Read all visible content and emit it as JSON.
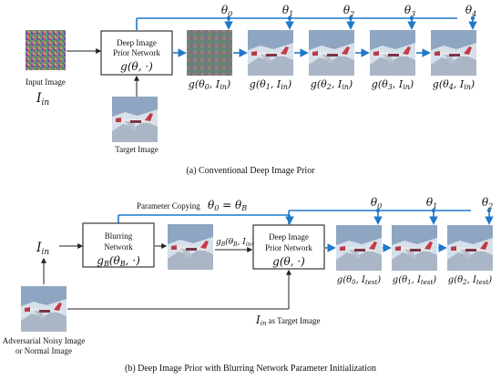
{
  "top": {
    "input_label": "Input Image",
    "input_symbol": "I",
    "input_sub": "in",
    "network_title_line1": "Deep Image",
    "network_title_line2": "Prior Network",
    "network_func": "g(θ, ·)",
    "target_label": "Target Image",
    "thetas": [
      {
        "base": "θ",
        "sub": "0"
      },
      {
        "base": "θ",
        "sub": "1"
      },
      {
        "base": "θ",
        "sub": "2"
      },
      {
        "base": "θ",
        "sub": "3"
      },
      {
        "base": "θ",
        "sub": "4"
      }
    ],
    "outputs": [
      {
        "pre": "g(θ",
        "n": "0",
        "mid": ", I",
        "s": "in",
        "post": ")"
      },
      {
        "pre": "g(θ",
        "n": "1",
        "mid": ", I",
        "s": "in",
        "post": ")"
      },
      {
        "pre": "g(θ",
        "n": "2",
        "mid": ", I",
        "s": "in",
        "post": ")"
      },
      {
        "pre": "g(θ",
        "n": "3",
        "mid": ", I",
        "s": "in",
        "post": ")"
      },
      {
        "pre": "g(θ",
        "n": "4",
        "mid": ", I",
        "s": "in",
        "post": ")"
      }
    ],
    "caption": "(a) Conventional Deep Image Prior"
  },
  "bottom": {
    "param_copy_label": "Parameter Copying",
    "param_copy_eq": "θ₀ = θ_B",
    "input_symbol": "I",
    "input_sub": "in",
    "blur_title_line1": "Blurring",
    "blur_title_line2": "Network",
    "blur_func": "g_B(θ_B, ·)",
    "blur_out_label": "g_B(θ_B, I_in)",
    "network_title_line1": "Deep Image",
    "network_title_line2": "Prior Network",
    "network_func": "g(θ, ·)",
    "adv_label_line1": "Adversarial Noisy Image",
    "adv_label_line2": "or Normal Image",
    "target_text_symbol": "I",
    "target_text_sub": "in",
    "target_text_rest": "as Target Image",
    "thetas": [
      {
        "base": "θ",
        "sub": "0"
      },
      {
        "base": "θ",
        "sub": "1"
      },
      {
        "base": "θ",
        "sub": "2"
      }
    ],
    "outputs": [
      {
        "pre": "g(θ",
        "n": "0",
        "mid": ", I",
        "s": "test",
        "post": ")"
      },
      {
        "pre": "g(θ",
        "n": "1",
        "mid": ", I",
        "s": "test",
        "post": ")"
      },
      {
        "pre": "g(θ",
        "n": "2",
        "mid": ", I",
        "s": "test",
        "post": ")"
      }
    ],
    "caption": "(b) Deep Image Prior with Blurring Network Parameter Initialization"
  },
  "colors": {
    "arrow_blue": "#1f78c8",
    "line_dark": "#222222"
  }
}
